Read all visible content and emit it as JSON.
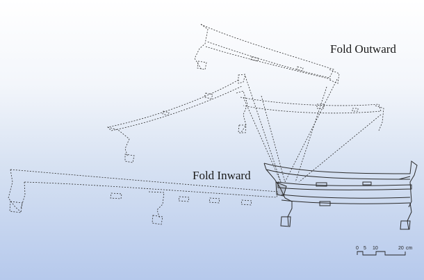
{
  "labels": {
    "fold_outward": "Fold Outward",
    "fold_inward": "Fold Inward"
  },
  "scale_bar": {
    "ticks": [
      "0",
      "5",
      "10",
      "20"
    ],
    "unit": "cm"
  },
  "colors": {
    "background_top": "#ffffff",
    "background_bottom": "#b6c9ec",
    "line": "#2a2a2a"
  }
}
